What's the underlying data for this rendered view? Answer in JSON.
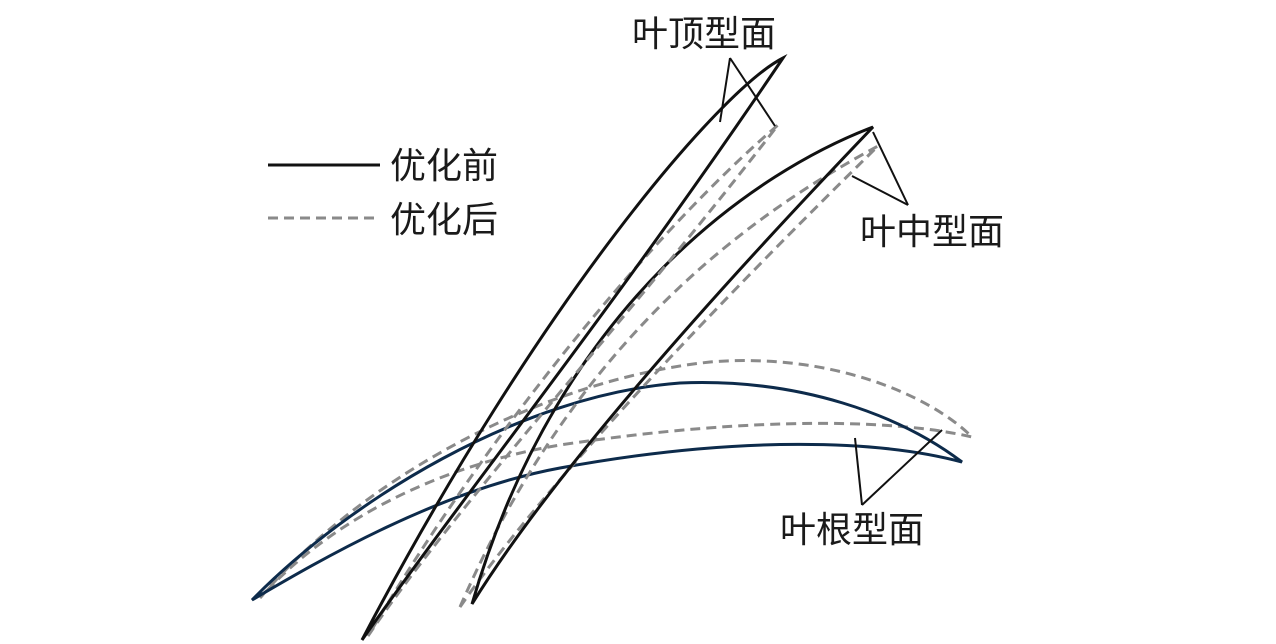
{
  "legend": {
    "before": "优化前",
    "after": "优化后"
  },
  "annotations": {
    "tip": "叶顶型面",
    "mid": "叶中型面",
    "root": "叶根型面"
  },
  "colors": {
    "before_line": "#111111",
    "root_before_line": "#0d2b4b",
    "after_line": "#8a8a8a",
    "leader_line": "#111111"
  }
}
